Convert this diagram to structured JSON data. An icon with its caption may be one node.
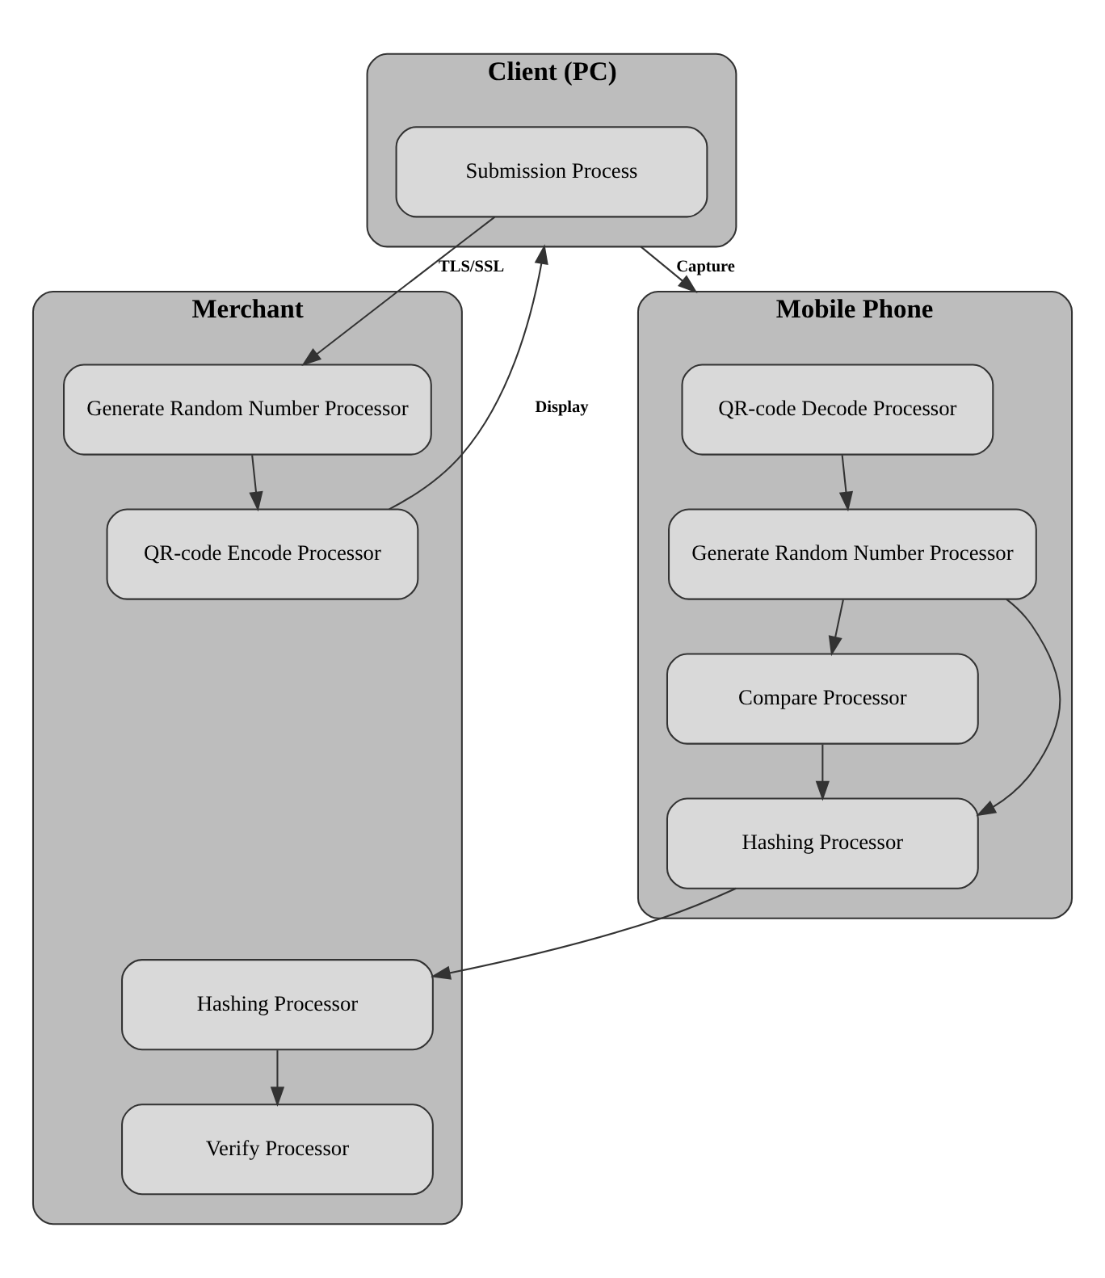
{
  "diagram": {
    "nodes": [
      {
        "text": [
          "Client (PC)"
        ]
      },
      {
        "text": [
          "Submission Process"
        ],
        "in": 0
      },
      {
        "text": [
          "Merchant"
        ]
      },
      {
        "text": [
          "Generate Random Number Processor"
        ],
        "in": 2
      },
      {
        "text": [
          "QR-code Encode Processor"
        ],
        "in": 2
      },
      {
        "text": [
          "Mobile Phone"
        ]
      },
      {
        "text": [
          "QR-code Decode Processor"
        ],
        "in": 5
      },
      {
        "text": [
          "Generate Random Number Processor"
        ],
        "in": 5
      },
      {
        "text": [
          "Compare Processor"
        ],
        "in": 5
      },
      {
        "text": [
          "Hashing Processor"
        ],
        "in": 5
      },
      {
        "text": [
          "Hashing Processor"
        ],
        "in": 2
      },
      {
        "text": [
          "Verify Processor"
        ],
        "in": 2
      }
    ],
    "edges": [
      {
        "from": 1,
        "to": 3,
        "arrow": "to",
        "label": "TLS/SSL"
      },
      {
        "from": 3,
        "to": 4,
        "arrow": "to"
      },
      {
        "from": 4,
        "to": 0,
        "arrow": "to",
        "label": "Display"
      },
      {
        "from": 0,
        "to": 5,
        "arrow": "to",
        "label": "Capture"
      },
      {
        "from": 6,
        "to": 7,
        "arrow": "to"
      },
      {
        "from": 7,
        "to": 8,
        "arrow": "to"
      },
      {
        "from": 8,
        "to": 9,
        "arrow": "to"
      },
      {
        "from": 7,
        "to": 9,
        "arrow": "to"
      },
      {
        "from": 9,
        "to": 10,
        "arrow": "to"
      },
      {
        "from": 10,
        "to": 11,
        "arrow": "to"
      }
    ]
  }
}
